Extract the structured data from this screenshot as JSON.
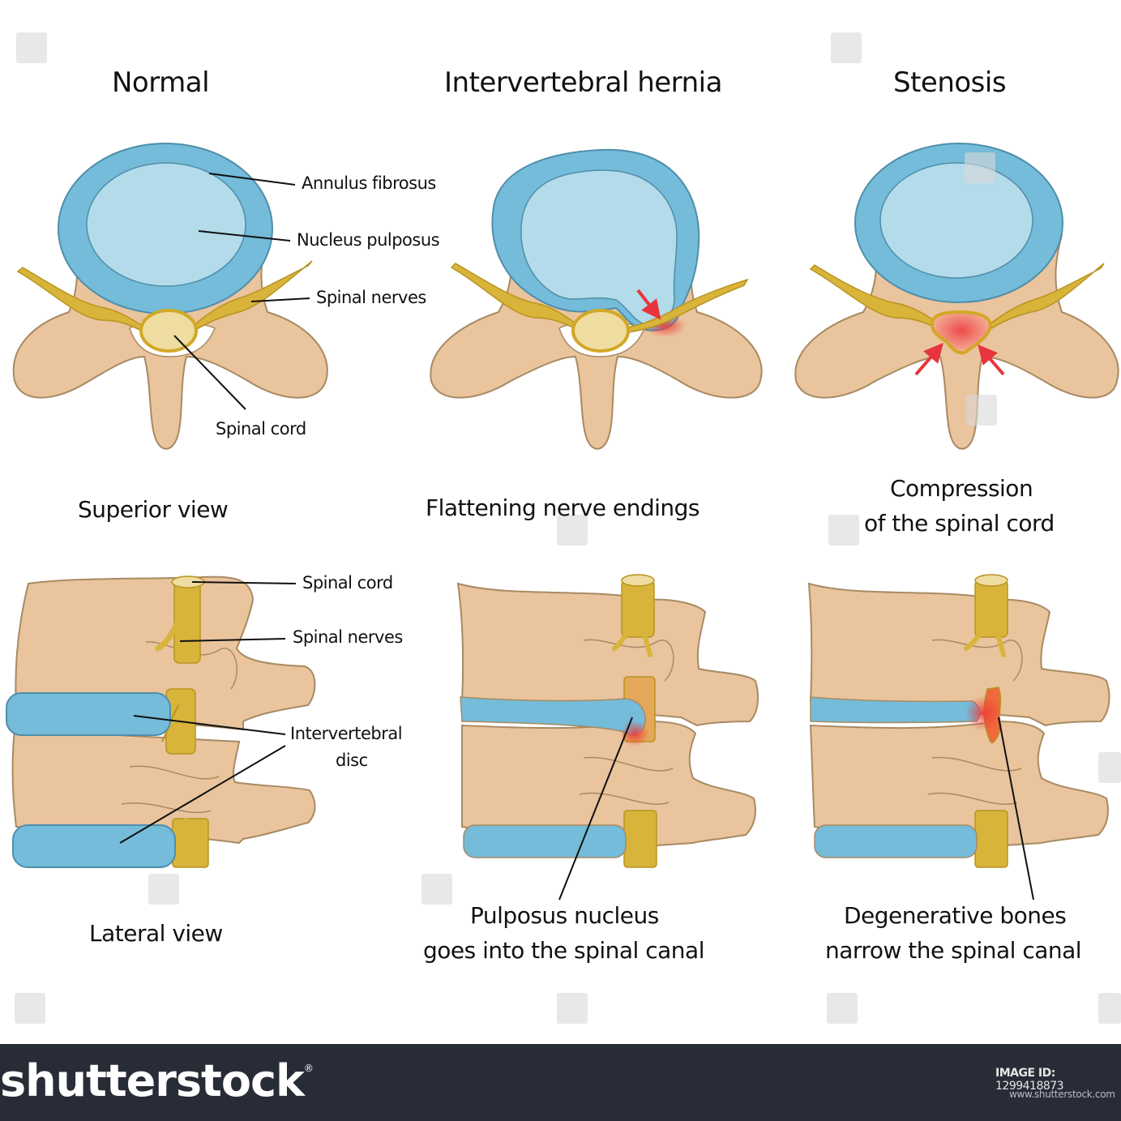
{
  "columns": [
    {
      "title": "Normal",
      "superior_caption": "Superior view",
      "lateral_caption": "Lateral view",
      "superior_labels": [
        "Annulus fibrosus",
        "Nucleus pulposus",
        "Spinal nerves",
        "Spinal cord"
      ],
      "lateral_labels": [
        "Spinal cord",
        "Spinal nerves",
        "Intervertebral",
        "disc"
      ]
    },
    {
      "title": "Intervertebral hernia",
      "superior_caption": "Flattening nerve endings",
      "lateral_caption_line1": "Pulposus nucleus",
      "lateral_caption_line2": "goes into the spinal canal"
    },
    {
      "title": "Stenosis",
      "superior_caption_line1": "Compression",
      "superior_caption_line2": "of the spinal cord",
      "lateral_caption_line1": "Degenerative bones",
      "lateral_caption_line2": "narrow the spinal canal"
    }
  ],
  "footer": {
    "logo": "shutterstock",
    "image_id_label": "IMAGE ID:",
    "image_id": "1299418873",
    "site": "www.shutterstock.com"
  },
  "colors": {
    "bone": "#e9c49d",
    "bone_outline": "#a88a63",
    "annulus": "#74bcd9",
    "nucleus": "#b3dbea",
    "disc_outline": "#4f8eaa",
    "nerve": "#d9b43a",
    "nerve_light": "#efdca0",
    "inflammation": "#ee3b3b",
    "footer_bg": "#282c37"
  },
  "icons": [
    "red-arrow-icon",
    "watermark-icon"
  ]
}
